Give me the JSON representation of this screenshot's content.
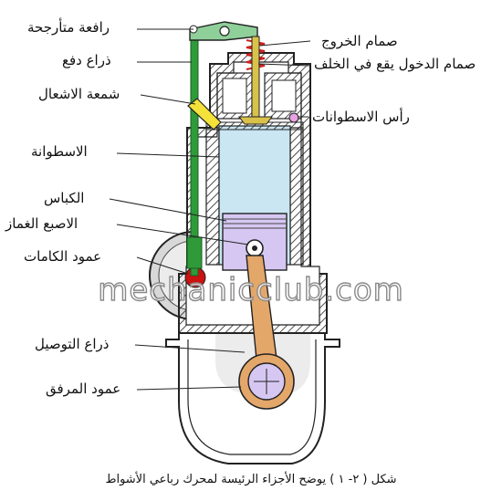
{
  "labels": {
    "rocker_arm": "رافعة متأرجحة",
    "push_rod": "ذراع دفع",
    "spark_plug": "شمعة الاشعال",
    "cylinder": "الاسطوانة",
    "piston": "الكباس",
    "gudgeon_pin": "الاصبع الغماز",
    "camshaft": "عمود الكامات",
    "connecting_rod": "ذراع التوصيل",
    "crankshaft": "عمود المرفق",
    "exhaust_valve": "صمام الخروج",
    "intake_valve": "صمام الدخول يقع في الخلف",
    "cylinder_head": "رأس الاسطوانات"
  },
  "watermark": "mechanicclub.com",
  "caption": "شكل ( ٢- ١ ) يوضح الأجزاء الرئيسة لمحرك رباعي الأشواط",
  "colors": {
    "engine_fill": "#ffffff",
    "hatch": "#222222",
    "cylinder_fill": "#c9e6f2",
    "piston_fill": "#d6c7f2",
    "push_rod": "#2f9a3a",
    "rocker_arm": "#8fcf9a",
    "valve": "#d9c24a",
    "spark_plug": "#f4e23a",
    "cam": "#cc1111",
    "con_rod": "#e4a76a",
    "head_mark": "#e8a2e0",
    "crank_gray": "#d0d0d0"
  }
}
